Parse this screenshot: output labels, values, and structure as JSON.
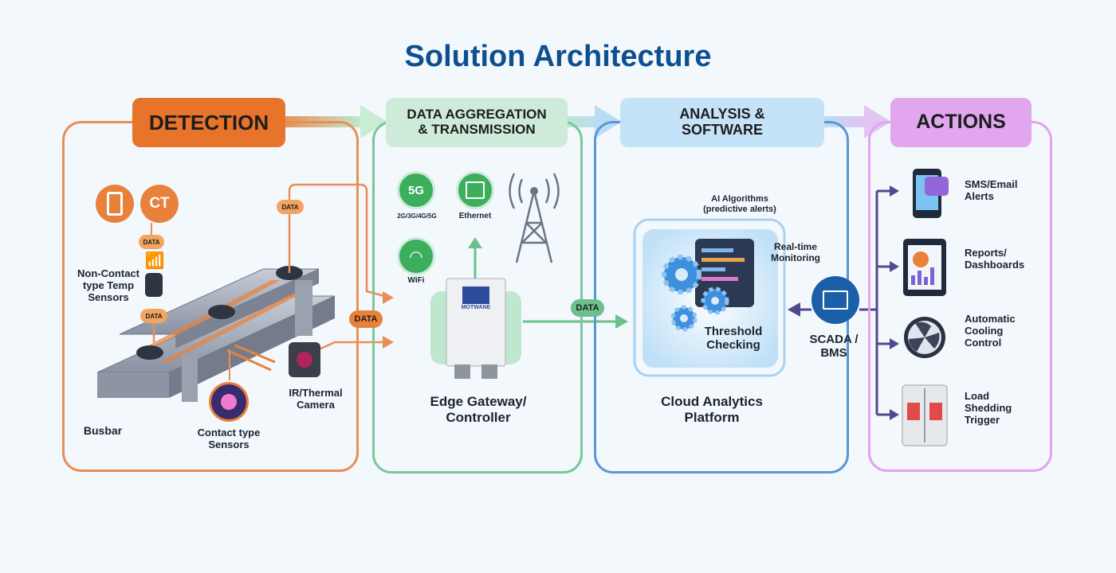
{
  "title": "Solution Architecture",
  "stages": {
    "detection": "DETECTION",
    "aggregation": "DATA AGGREGATION & TRANSMISSION",
    "analysis": "ANALYSIS & SOFTWARE",
    "actions": "ACTIONS"
  },
  "detection": {
    "ct_icon": "CT",
    "non_contact": "Non-Contact type Temp Sensors",
    "busbar": "Busbar",
    "contact": "Contact type Sensors",
    "camera": "IR/Thermal Camera",
    "data_tag": "DATA"
  },
  "aggregation": {
    "five_g_icon": "5G",
    "cellular": "2G/3G/4G/5G",
    "ethernet": "Ethernet",
    "wifi": "WiFi",
    "gateway_brand": "MOTWANE",
    "gateway": "Edge Gateway/ Controller",
    "data_tag": "DATA"
  },
  "analysis": {
    "ai": "AI Algorithms (predictive alerts)",
    "realtime": "Real-time Monitoring",
    "threshold": "Threshold Checking",
    "scada": "SCADA / BMS",
    "cloud": "Cloud Analytics Platform"
  },
  "actions": {
    "items": [
      {
        "label": "SMS/Email Alerts",
        "icon": "phone-icon"
      },
      {
        "label": "Reports/ Dashboards",
        "icon": "tablet-dashboard-icon"
      },
      {
        "label": "Automatic Cooling Control",
        "icon": "fan-icon"
      },
      {
        "label": "Load Shedding Trigger",
        "icon": "circuit-breaker-icon"
      }
    ]
  },
  "colors": {
    "detection": "#e8732a",
    "aggregation": "#6cc08b",
    "analysis": "#4a8fd0",
    "actions": "#d98de8",
    "title": "#0e4f8f"
  }
}
